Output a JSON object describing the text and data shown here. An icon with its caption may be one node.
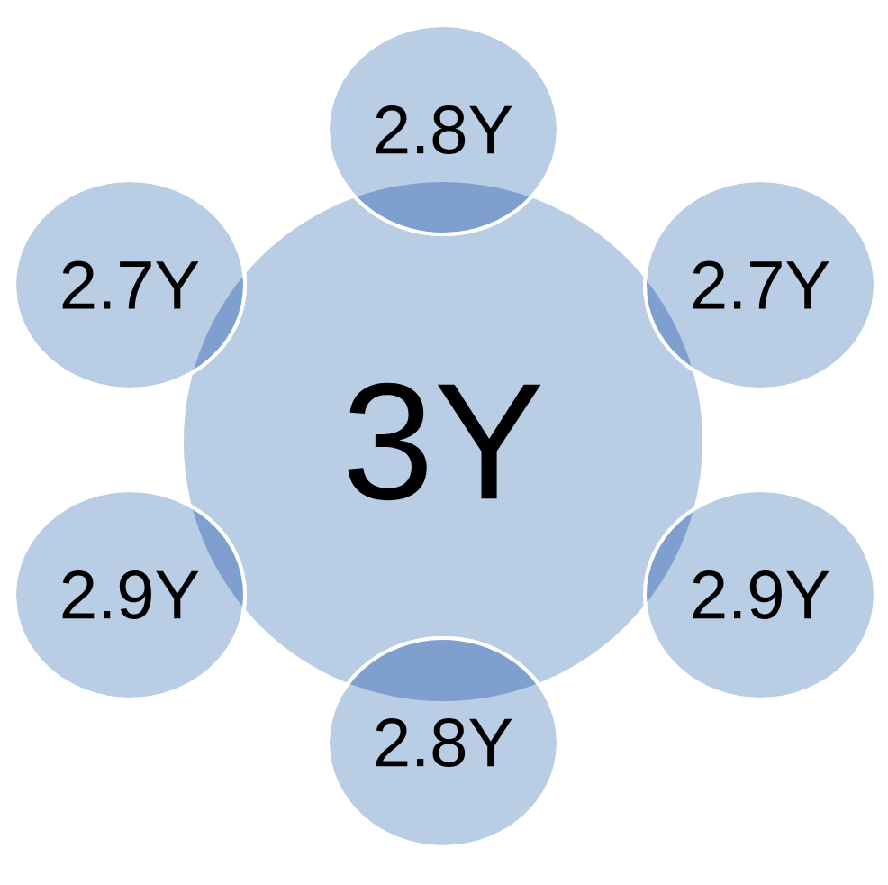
{
  "diagram": {
    "nodes": [
      {
        "text": [
          "3Y"
        ]
      },
      {
        "text": [
          "2.8Y"
        ]
      },
      {
        "text": [
          "2.7Y"
        ]
      },
      {
        "text": [
          "2.7Y"
        ]
      },
      {
        "text": [
          "2.9Y"
        ]
      },
      {
        "text": [
          "2.9Y"
        ]
      },
      {
        "text": [
          "2.8Y"
        ]
      }
    ]
  }
}
